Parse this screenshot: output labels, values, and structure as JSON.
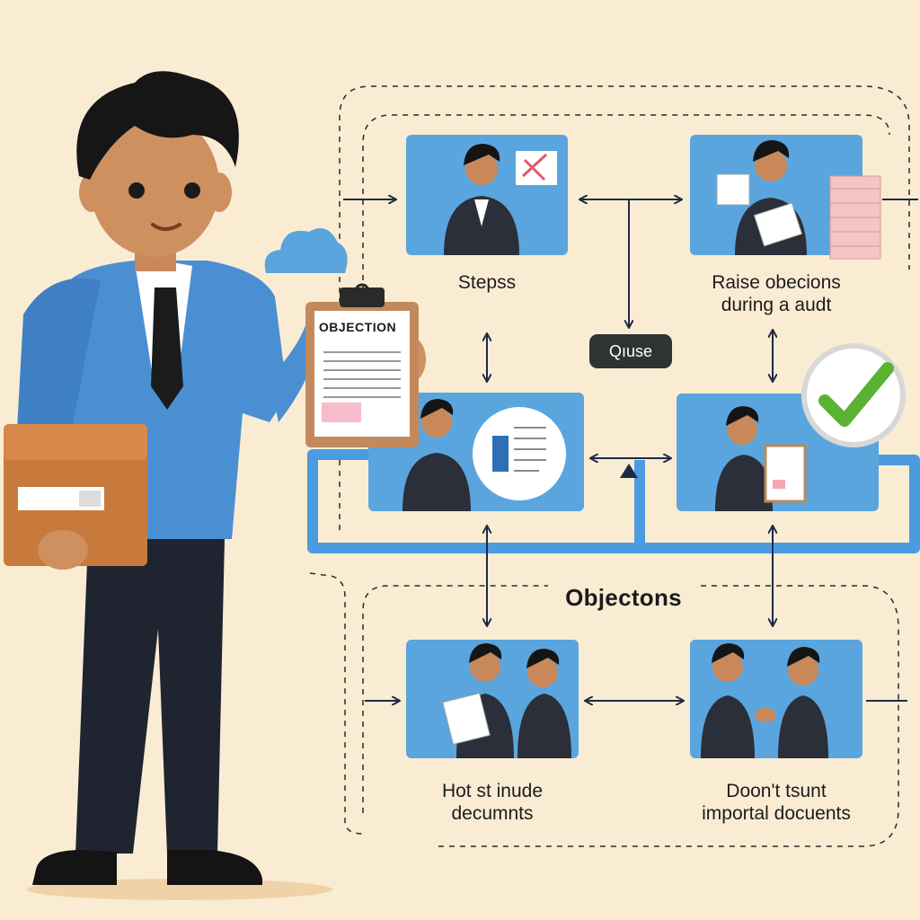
{
  "diagram": {
    "clipboard_title": "OBJECTION",
    "queue_label": "Qıuse",
    "section_heading": "Objectons",
    "steps": [
      {
        "id": "step-1",
        "caption": [
          "Stepss"
        ]
      },
      {
        "id": "step-2",
        "caption": [
          "Raise obecions",
          "during a audt"
        ]
      },
      {
        "id": "step-3",
        "caption": []
      },
      {
        "id": "step-4",
        "caption": []
      },
      {
        "id": "step-5",
        "caption": [
          "Hot st inude",
          "decumnts"
        ]
      },
      {
        "id": "step-6",
        "caption": [
          "Doon't tsunt",
          "importal docuents"
        ]
      }
    ]
  },
  "colors": {
    "background": "#faecd3",
    "panel": "#5aa5de",
    "connector": "#1f2a44",
    "frame_blue": "#4c9be0",
    "check": "#5ab232",
    "cross": "#e05a6a"
  }
}
